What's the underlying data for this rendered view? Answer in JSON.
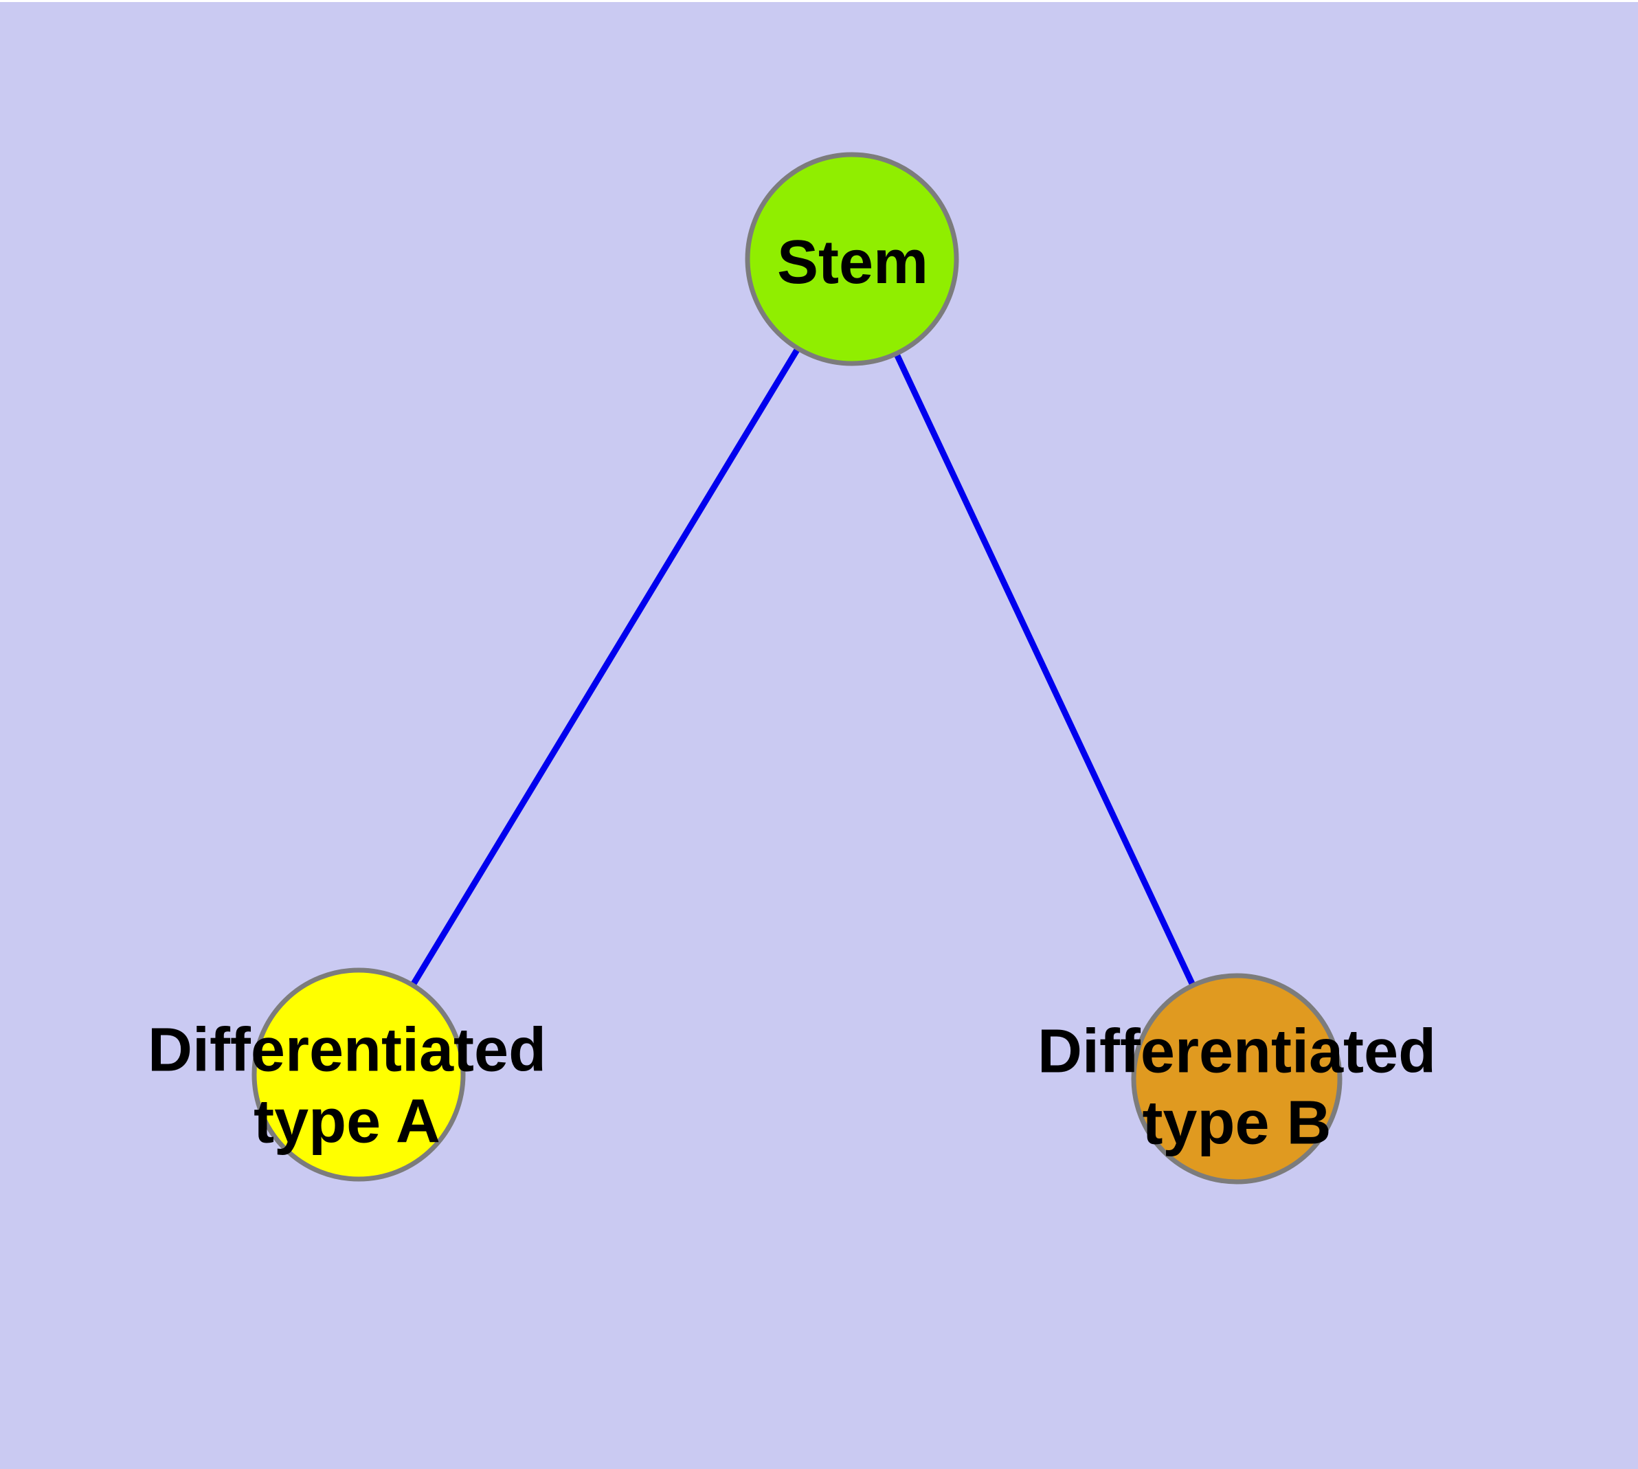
{
  "diagram": {
    "background_color": "#CACAF2",
    "top_border_color": "#FFFFFF",
    "edge_color": "#0000EE",
    "node_border_color": "#7C7C7C",
    "text_color": "#000000",
    "nodes": [
      {
        "id": "stem",
        "label": "Stem",
        "fill": "#90EE00"
      },
      {
        "id": "differentiated-type-a",
        "label": "Differentiated\ntype A",
        "fill": "#FFFF00"
      },
      {
        "id": "differentiated-type-b",
        "label": "Differentiated\ntype B",
        "fill": "#E09A20"
      }
    ],
    "edges": [
      {
        "from": "stem",
        "to": "differentiated-type-a"
      },
      {
        "from": "stem",
        "to": "differentiated-type-b"
      }
    ]
  }
}
